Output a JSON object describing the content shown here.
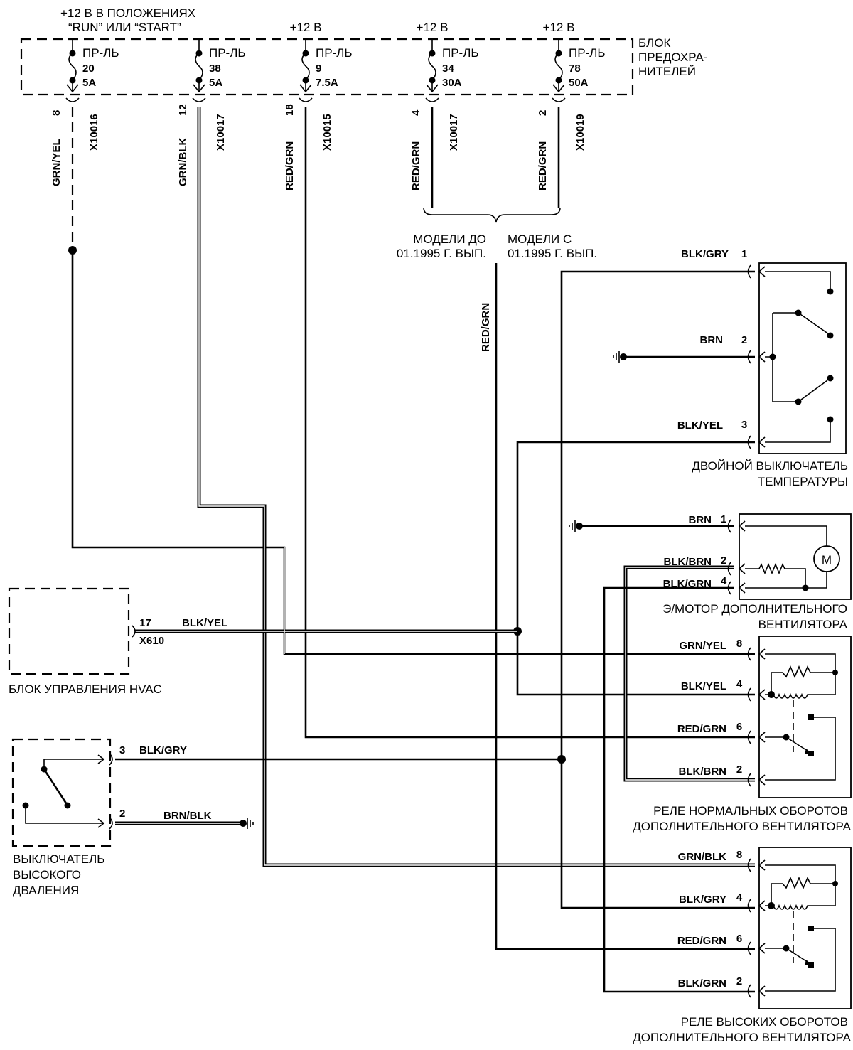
{
  "supply": {
    "ignition_line1": "+12 В В ПОЛОЖЕНИЯХ",
    "ignition_line2": "“RUN” ИЛИ “START”"
  },
  "fuse_block": {
    "label": [
      "БЛОК",
      "ПРЕДОХРА-",
      "НИТЕЛЕЙ"
    ]
  },
  "fuses": [
    {
      "name": "ПР-ЛЬ",
      "number": "20",
      "rating": "5A",
      "supply": "",
      "pin": "8",
      "wire": "GRN/YEL",
      "connector": "X10016"
    },
    {
      "name": "ПР-ЛЬ",
      "number": "38",
      "rating": "5A",
      "supply": "",
      "pin": "12",
      "wire": "GRN/BLK",
      "connector": "X10017"
    },
    {
      "name": "ПР-ЛЬ",
      "number": "9",
      "rating": "7.5A",
      "supply": "+12 В",
      "pin": "18",
      "wire": "RED/GRN",
      "connector": "X10015"
    },
    {
      "name": "ПР-ЛЬ",
      "number": "34",
      "rating": "30A",
      "supply": "+12 В",
      "pin": "4",
      "wire": "RED/GRN",
      "connector": "X10017"
    },
    {
      "name": "ПР-ЛЬ",
      "number": "78",
      "rating": "50A",
      "supply": "+12 В",
      "pin": "2",
      "wire": "RED/GRN",
      "connector": "X10019"
    }
  ],
  "model_split": {
    "before": [
      "МОДЕЛИ  ДО",
      "01.1995 Г. ВЫП."
    ],
    "after": [
      "МОДЕЛИ  С",
      "01.1995 Г. ВЫП."
    ],
    "common_wire": "RED/GRN"
  },
  "temp_switch": {
    "label": [
      "ДВОЙНОЙ ВЫКЛЮЧАТЕЛЬ",
      "ТЕМПЕРАТУРЫ"
    ],
    "pins": [
      {
        "pin": "1",
        "wire": "BLK/GRY"
      },
      {
        "pin": "2",
        "wire": "BRN"
      },
      {
        "pin": "3",
        "wire": "BLK/YEL"
      }
    ]
  },
  "fan_motor": {
    "label": [
      "Э/МОТОР ДОПОЛНИТЕЛЬНОГО",
      "ВЕНТИЛЯТОРА"
    ],
    "symbol": "M",
    "pins": [
      {
        "pin": "1",
        "wire": "BRN"
      },
      {
        "pin": "2",
        "wire": "BLK/BRN"
      },
      {
        "pin": "4",
        "wire": "BLK/GRN"
      }
    ]
  },
  "hvac": {
    "label": "БЛОК УПРАВЛЕНИЯ HVAC",
    "pin": "17",
    "connector": "X610",
    "wire": "BLK/YEL"
  },
  "pressure_switch": {
    "label": [
      "ВЫКЛЮЧАТЕЛЬ",
      "ВЫСОКОГО",
      "ДВАЛЕНИЯ"
    ],
    "pins": [
      {
        "pin": "3",
        "wire": "BLK/GRY"
      },
      {
        "pin": "2",
        "wire": "BRN/BLK"
      }
    ]
  },
  "relay_normal": {
    "label": [
      "РЕЛЕ НОРМАЛЬНЫХ ОБОРОТОВ",
      "ДОПОЛНИТЕЛЬНОГО ВЕНТИЛЯТОРА"
    ],
    "pins": [
      {
        "pin": "8",
        "wire": "GRN/YEL"
      },
      {
        "pin": "4",
        "wire": "BLK/YEL"
      },
      {
        "pin": "6",
        "wire": "RED/GRN"
      },
      {
        "pin": "2",
        "wire": "BLK/BRN"
      }
    ]
  },
  "relay_high": {
    "label": [
      "РЕЛЕ ВЫСОКИХ ОБОРОТОВ",
      "ДОПОЛНИТЕЛЬНОГО ВЕНТИЛЯТОРА"
    ],
    "pins": [
      {
        "pin": "8",
        "wire": "GRN/BLK"
      },
      {
        "pin": "4",
        "wire": "BLK/GRY"
      },
      {
        "pin": "6",
        "wire": "RED/GRN"
      },
      {
        "pin": "2",
        "wire": "BLK/GRN"
      }
    ]
  }
}
